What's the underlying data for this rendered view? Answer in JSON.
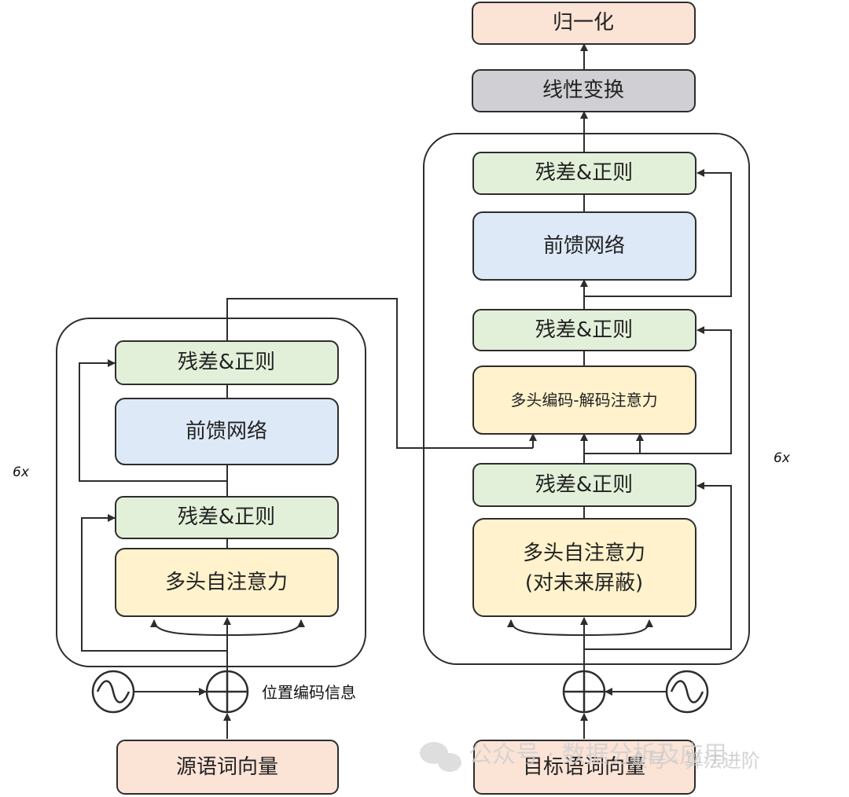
{
  "colors": {
    "peach": "#fbe3d6",
    "gray": "#d0cfd3",
    "green": "#e2f0d9",
    "blue": "#dde9f6",
    "yellow": "#fff2cc",
    "stroke": "#2d2d2d"
  },
  "encoder": {
    "repeat": "6x",
    "add_norm_top": "残差&正则",
    "feed_forward": "前馈网络",
    "add_norm_bottom": "残差&正则",
    "self_attention": "多头自注意力",
    "input": "源语词向量",
    "positional_label": "位置编码信息"
  },
  "decoder": {
    "repeat": "6x",
    "add_norm_top": "残差&正则",
    "feed_forward": "前馈网络",
    "add_norm_mid": "残差&正则",
    "cross_attention": "多头编码-解码注意力",
    "add_norm_bottom": "残差&正则",
    "masked_attention_line1": "多头自注意力",
    "masked_attention_line2": "(对未来屏蔽)",
    "input": "目标语词向量"
  },
  "output": {
    "linear": "线性变换",
    "softmax": "归一化"
  },
  "watermark": {
    "text1": "公众号 · 数据分析及应用",
    "text2": "众号 · 算法进阶"
  }
}
